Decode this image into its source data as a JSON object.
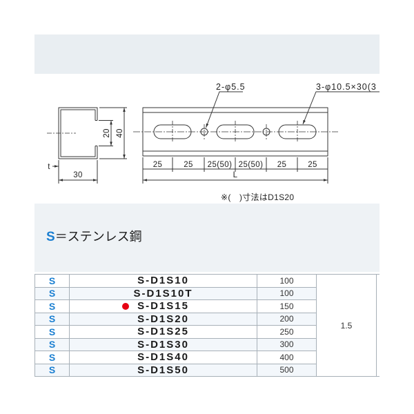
{
  "colors": {
    "material_code": "#1b7fd1",
    "marker": "#e60012",
    "header_band": "#e9eef2",
    "legend_band": "#eef2f5"
  },
  "drawing": {
    "hole_callout": "2-φ5.5",
    "slot_callout": "3-φ10.5×30(3",
    "section": {
      "lip_gap": "20",
      "height": "40",
      "thickness": "t",
      "width": "30"
    },
    "pitch_labels": [
      "25",
      "25",
      "25(50)",
      "25(50)",
      "25",
      "25"
    ],
    "length_label": "L",
    "note": "※(　)寸法はD1S20"
  },
  "material_legend": {
    "code": "S",
    "text": "＝ステンレス鋼"
  },
  "table": {
    "thickness": "1.5",
    "rows": [
      {
        "material": "S",
        "model": "S-D1S10",
        "length": "100",
        "marked": false
      },
      {
        "material": "S",
        "model": "S-D1S10T",
        "length": "100",
        "marked": false
      },
      {
        "material": "S",
        "model": "S-D1S15",
        "length": "150",
        "marked": true
      },
      {
        "material": "S",
        "model": "S-D1S20",
        "length": "200",
        "marked": false
      },
      {
        "material": "S",
        "model": "S-D1S25",
        "length": "250",
        "marked": false
      },
      {
        "material": "S",
        "model": "S-D1S30",
        "length": "300",
        "marked": false
      },
      {
        "material": "S",
        "model": "S-D1S40",
        "length": "400",
        "marked": false
      },
      {
        "material": "S",
        "model": "S-D1S50",
        "length": "500",
        "marked": false
      }
    ]
  }
}
